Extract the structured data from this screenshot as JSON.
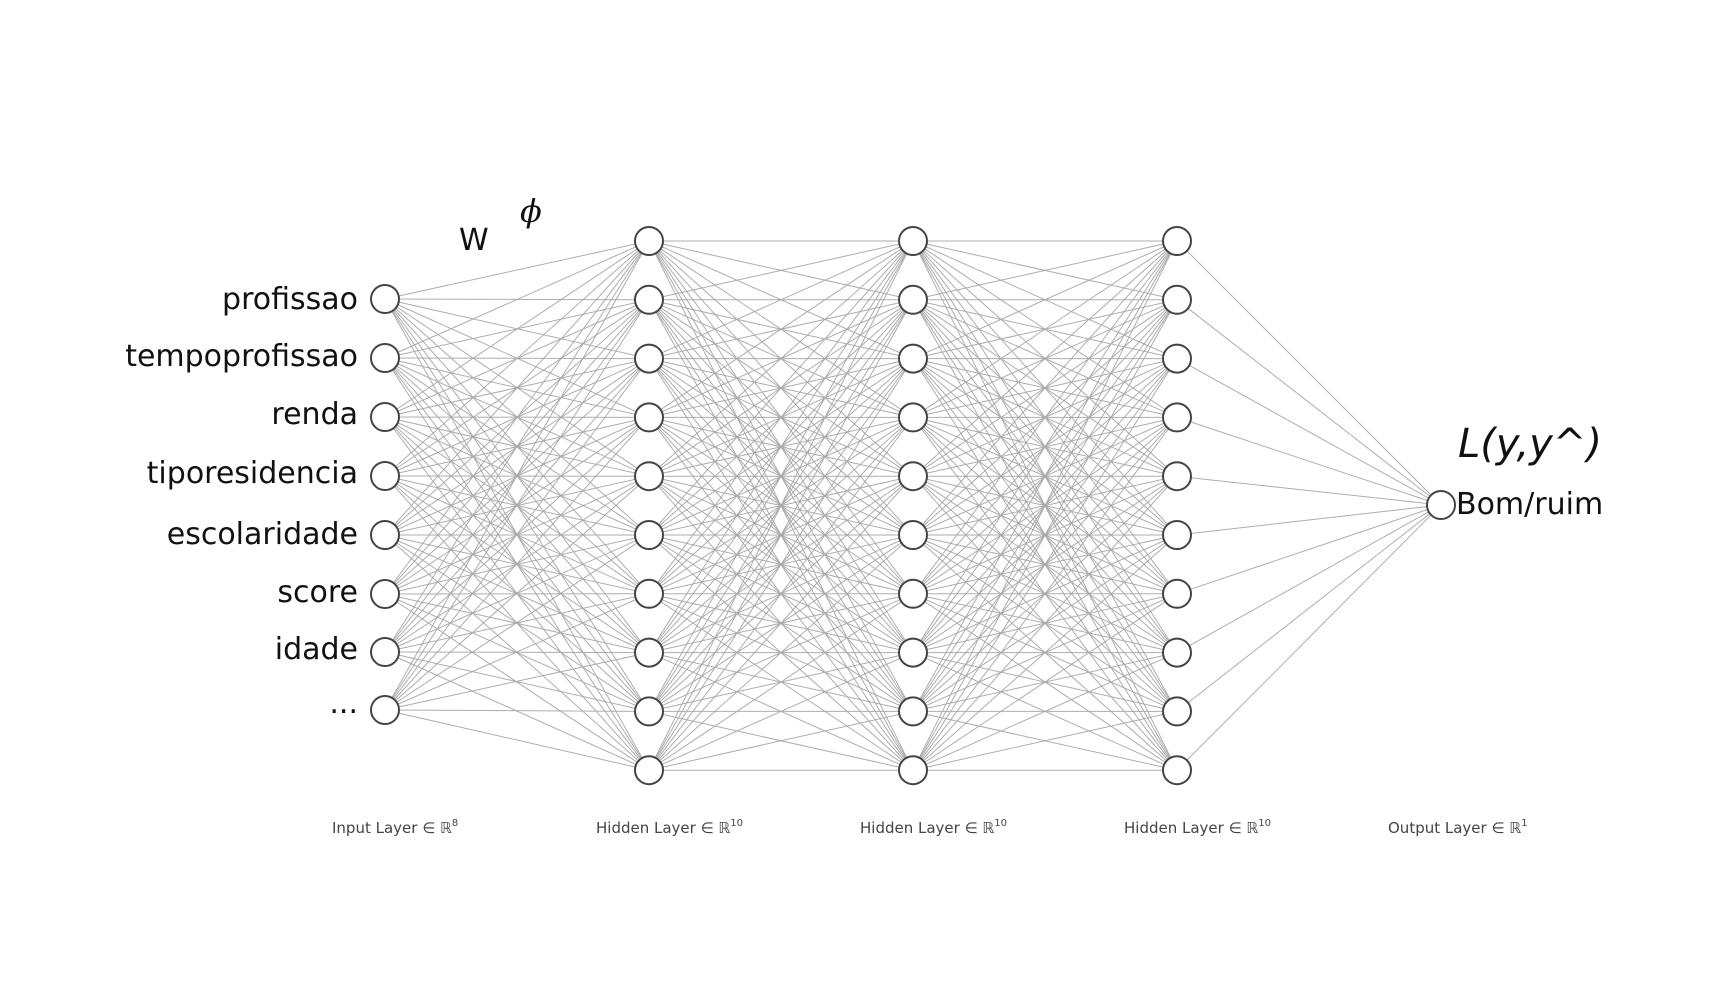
{
  "diagram": {
    "weight_symbol": "W",
    "activation_symbol": "ϕ",
    "loss_label": "L(y,y^)",
    "input_labels": [
      "profissao",
      "tempoprofissao",
      "renda",
      "tiporesidencia",
      "escolaridade",
      "score",
      "idade",
      "..."
    ],
    "output_label": "Bom/ruim",
    "layers": [
      {
        "caption": "Input Layer ∈ ℝ",
        "dim": "8",
        "neurons": 8
      },
      {
        "caption": "Hidden Layer ∈ ℝ",
        "dim": "10",
        "neurons": 10
      },
      {
        "caption": "Hidden Layer ∈ ℝ",
        "dim": "10",
        "neurons": 10
      },
      {
        "caption": "Hidden Layer ∈ ℝ",
        "dim": "10",
        "neurons": 10
      },
      {
        "caption": "Output Layer ∈ ℝ",
        "dim": "1",
        "neurons": 1
      }
    ],
    "colors": {
      "edge": "#a9a9a9",
      "node_stroke": "#444444",
      "node_fill": "#ffffff",
      "text": "#111111"
    }
  }
}
